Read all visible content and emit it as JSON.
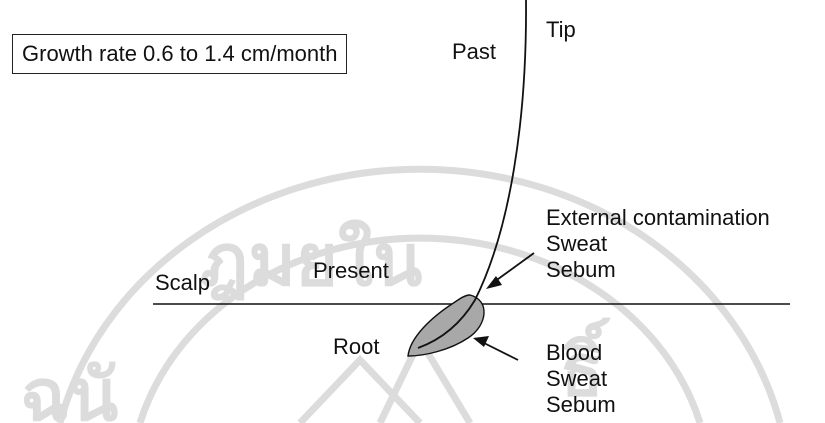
{
  "growth_rate": "Growth rate 0.6 to 1.4 cm/month",
  "labels": {
    "past": "Past",
    "tip": "Tip",
    "present": "Present",
    "scalp": "Scalp",
    "root": "Root"
  },
  "external_sources": [
    "External contamination",
    "Sweat",
    "Sebum"
  ],
  "internal_sources": [
    "Blood",
    "Sweat",
    "Sebum"
  ],
  "watermark": {
    "text": "ลิขสิทธิ์มหาวิทยาลัยเชียงใหม่",
    "color": "#d9d9d9"
  },
  "colors": {
    "line": "#111111",
    "bulb_fill": "#a8a8a8"
  }
}
